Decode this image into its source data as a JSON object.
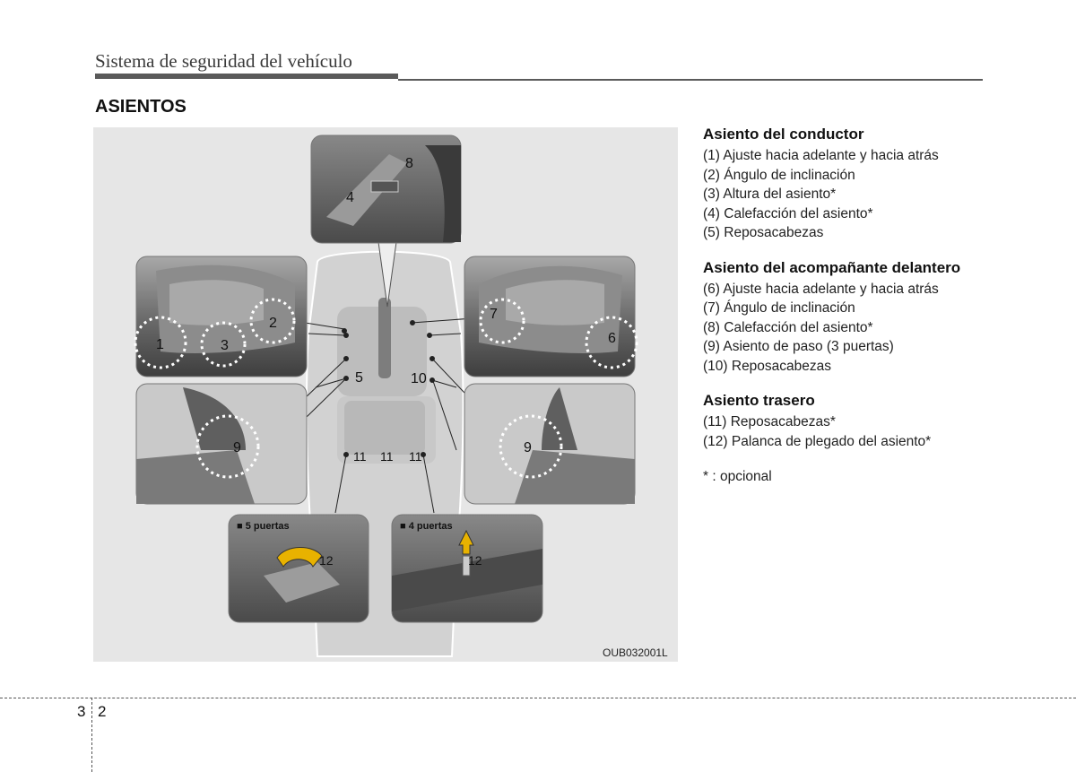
{
  "header": {
    "title": "Sistema de seguridad del vehículo"
  },
  "section": {
    "title": "ASIENTOS"
  },
  "figure": {
    "code": "OUB032001L",
    "callouts": [
      "1",
      "2",
      "3",
      "4",
      "5",
      "6",
      "7",
      "8",
      "9",
      "9",
      "10",
      "11",
      "11",
      "11",
      "12",
      "12"
    ],
    "inset_5_label": "■ 5 puertas",
    "inset_4_label": "■ 4 puertas"
  },
  "groups": [
    {
      "title": "Asiento del conductor",
      "items": [
        "(1) Ajuste hacia adelante y hacia atrás",
        "(2) Ángulo de inclinación",
        "(3) Altura del asiento*",
        "(4) Calefacción del asiento*",
        "(5) Reposacabezas"
      ]
    },
    {
      "title": "Asiento del acompañante delantero",
      "items": [
        "(6) Ajuste hacia adelante y hacia atrás",
        "(7) Ángulo de inclinación",
        "(8) Calefacción del asiento*",
        "(9) Asiento de paso (3 puertas)",
        "(10) Reposacabezas"
      ]
    },
    {
      "title": "Asiento trasero",
      "items": [
        "(11) Reposacabezas*",
        "(12) Palanca de plegado del asiento*"
      ]
    }
  ],
  "note": "* : opcional",
  "footer": {
    "chapter": "3",
    "page": "2"
  }
}
